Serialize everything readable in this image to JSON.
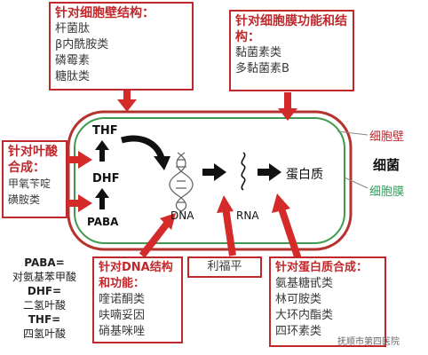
{
  "cell_wall_box": {
    "title": "针对细胞壁结构：",
    "items": [
      "杆菌肽",
      "β内酰胺类",
      "磷霉素",
      "糖肽类"
    ]
  },
  "membrane_box": {
    "title": "针对细胞膜功能和结构：",
    "items": [
      "黏菌素类",
      "多黏菌素B"
    ]
  },
  "folate_box": {
    "title": "针对叶酸合成：",
    "items": [
      "甲氧苄啶",
      "磺胺类"
    ]
  },
  "dna_box": {
    "title": "针对DNA结构和功能：",
    "items": [
      "喹诺酮类",
      "呋喃妥因",
      "硝基咪唑"
    ]
  },
  "rifampin_box": {
    "label": "利福平"
  },
  "protein_box": {
    "title": "针对蛋白质合成：",
    "items": [
      "氨基糖甙类",
      "林可胺类",
      "大环内酯类",
      "四环素类"
    ]
  },
  "cell": {
    "thf": "THF",
    "dhf": "DHF",
    "paba": "PABA",
    "dna": "DNA",
    "rna": "RNA",
    "protein": "蛋白质"
  },
  "legend": {
    "cell_wall": "细胞壁",
    "bacterium": "细菌",
    "cell_membrane": "细胞膜"
  },
  "abbrev": {
    "paba_term": "PABA=",
    "paba_def": "对氨基苯甲酸",
    "dhf_term": "DHF=",
    "dhf_def": "二氢叶酸",
    "thf_term": "THF=",
    "thf_def": "四氢叶酸"
  },
  "watermark": {
    "text": "抚顺市第四医院"
  },
  "colors": {
    "red": "#c0282c",
    "wall": "#b5332e",
    "membrane": "#3d9a4e",
    "legend_wall": "#c0282c",
    "legend_membrane": "#2ea05a"
  }
}
